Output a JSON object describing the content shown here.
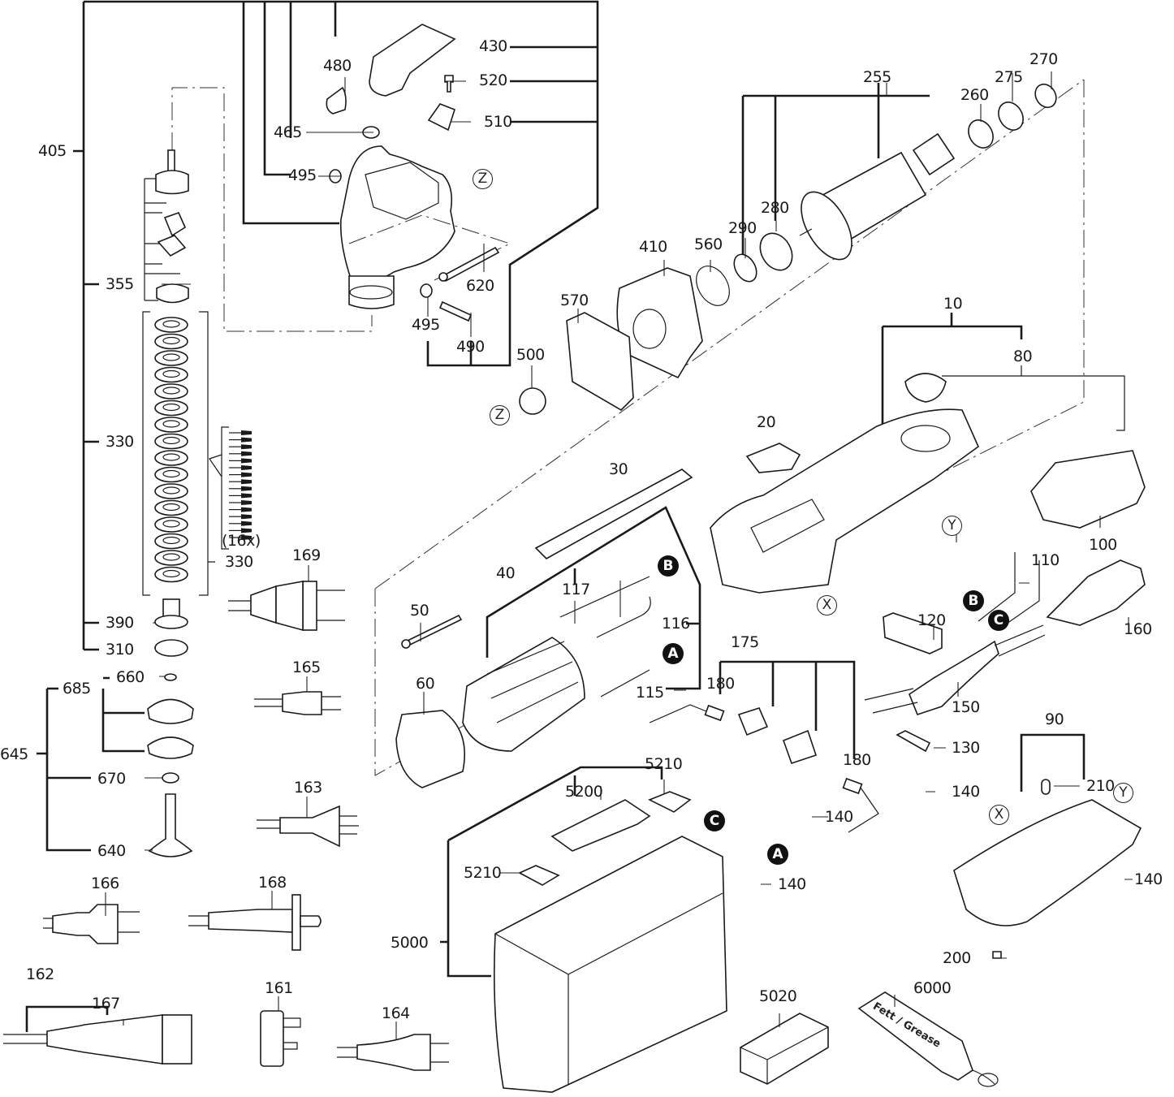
{
  "diagram": {
    "title": "Exploded parts diagram – multi-tool",
    "part_labels": {
      "p405": "405",
      "p430": "430",
      "p480": "480",
      "p520": "520",
      "p465": "465",
      "p510": "510",
      "p495a": "495",
      "p495b": "495",
      "p620": "620",
      "p490": "490",
      "p355": "355",
      "p330a": "330",
      "p330b": "330",
      "qty16": "(16x)",
      "p390": "390",
      "p310": "310",
      "p660": "660",
      "p685": "685",
      "p645": "645",
      "p670": "670",
      "p640": "640",
      "p169": "169",
      "p165": "165",
      "p163": "163",
      "p166": "166",
      "p168": "168",
      "p162": "162",
      "p167": "167",
      "p161": "161",
      "p164": "164",
      "p255": "255",
      "p270": "270",
      "p275": "275",
      "p260": "260",
      "p280": "280",
      "p290": "290",
      "p560": "560",
      "p410": "410",
      "p570": "570",
      "p500": "500",
      "p10": "10",
      "p80": "80",
      "p20": "20",
      "p100": "100",
      "p110": "110",
      "p160": "160",
      "p120": "120",
      "p150": "150",
      "p130": "130",
      "p140a": "140",
      "p140b": "140",
      "p140c": "140",
      "p140d": "140",
      "p90": "90",
      "p210": "210",
      "p200": "200",
      "p30": "30",
      "p40": "40",
      "p117": "117",
      "p116": "116",
      "p115": "115",
      "p50": "50",
      "p60": "60",
      "p175": "175",
      "p180a": "180",
      "p180b": "180",
      "p5000": "5000",
      "p5200": "5200",
      "p5210a": "5210",
      "p5210b": "5210",
      "p5020": "5020",
      "p6000": "6000"
    },
    "reference_markers": {
      "A": "A",
      "B": "B",
      "C": "C",
      "X": "X",
      "Y": "Y",
      "Z": "Z"
    },
    "grease_tube_text": "Fett / Grease"
  }
}
